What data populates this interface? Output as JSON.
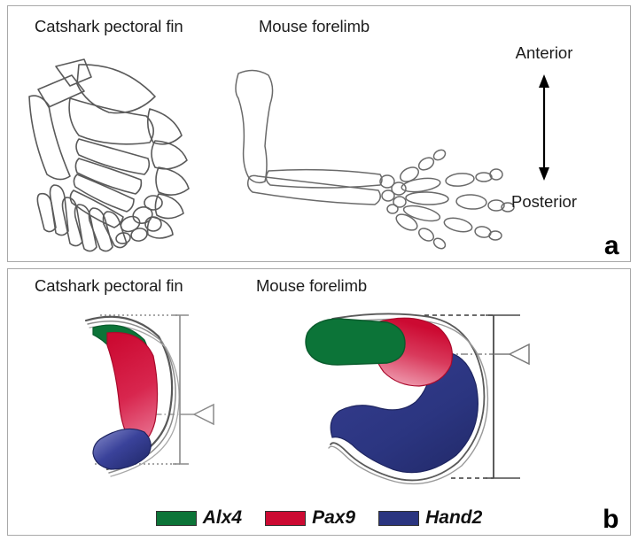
{
  "figure": {
    "panels": [
      {
        "letter": "a",
        "titles": {
          "left": "Catshark pectoral fin",
          "right": "Mouse forelimb"
        },
        "axis": {
          "top_label": "Anterior",
          "bottom_label": "Posterior",
          "arrow": "double-headed-vertical-arrow"
        },
        "specimens": [
          {
            "name": "catshark-pectoral-fin-skeleton"
          },
          {
            "name": "mouse-forelimb-skeleton"
          }
        ]
      },
      {
        "letter": "b",
        "titles": {
          "left": "Catshark pectoral fin",
          "right": "Mouse forelimb"
        },
        "specimens": [
          {
            "name": "catshark-fin-bud-expression-diagram"
          },
          {
            "name": "mouse-limb-bud-expression-diagram"
          }
        ]
      }
    ],
    "legend": [
      {
        "gene": "Alx4",
        "color": "#0c7438"
      },
      {
        "gene": "Pax9",
        "color": "#cc0a32"
      },
      {
        "gene": "Hand2",
        "color": "#2b3580"
      }
    ],
    "colors": {
      "alx4_green": "#0c7438",
      "pax9_red": "#cc0a32",
      "pax9_pink": "#e8718f",
      "hand2_blue": "#2b3580",
      "hand2_light": "#6a72b8",
      "outline": "#5a5a5a",
      "panel_border": "#a9a9a9",
      "dimension_line": "#8a8a8a",
      "text": "#1c1c1c"
    }
  }
}
